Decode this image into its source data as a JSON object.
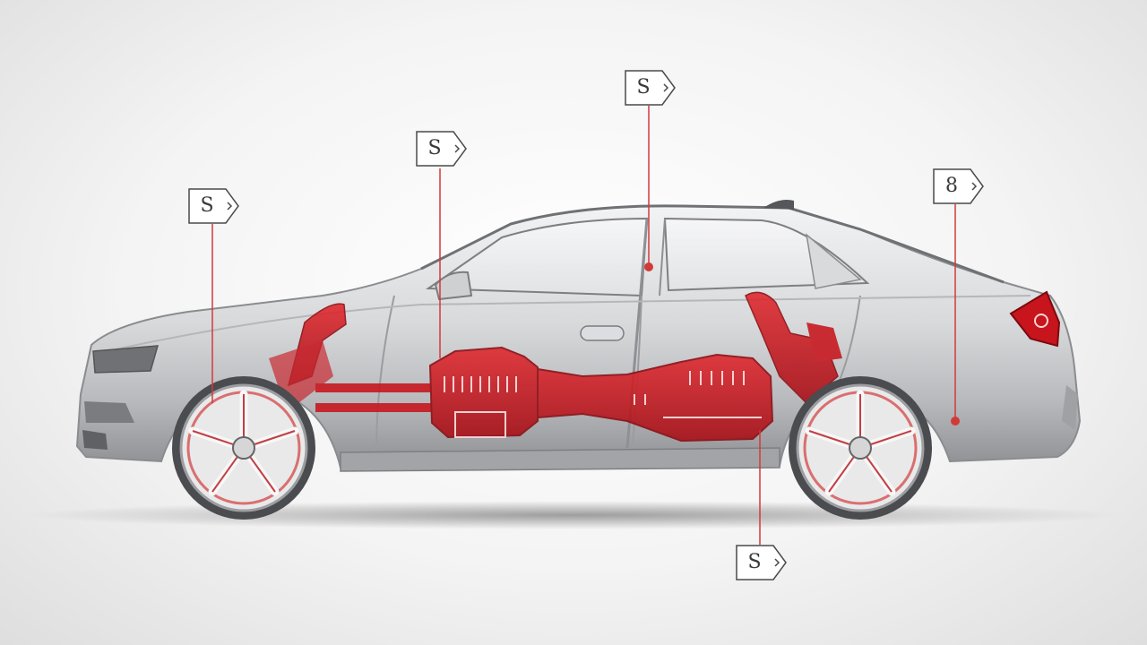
{
  "colors": {
    "callout_line": "#d23a3a",
    "drivetrain": "#c8141c",
    "body_light": "#e6e7e9",
    "body_dark": "#8e9093",
    "tag_border": "#4a4a4a"
  },
  "callouts": [
    {
      "label": "S",
      "glyph": "small-chevron-icon"
    },
    {
      "label": "S",
      "glyph": "small-chevron-icon"
    },
    {
      "label": "S",
      "glyph": "small-chevron-icon"
    },
    {
      "label": "8",
      "glyph": "small-chevron-icon"
    },
    {
      "label": "S",
      "glyph": "small-chevron-icon"
    }
  ]
}
